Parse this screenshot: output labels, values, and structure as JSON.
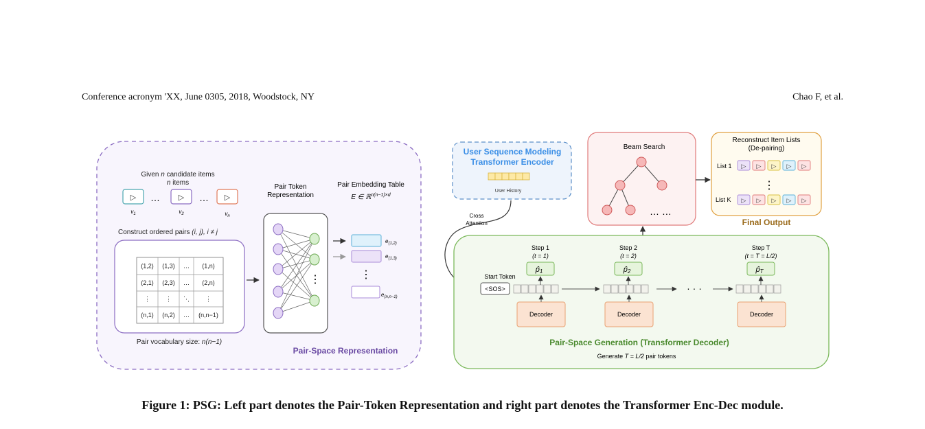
{
  "header": {
    "left": "Conference acronym 'XX, June 0305, 2018, Woodstock, NY",
    "right": "Chao F, et al."
  },
  "caption": "Figure 1: PSG: Left part denotes the Pair-Token Representation and right part denotes the Transformer Enc-Dec module.",
  "left_panel": {
    "title": "Pair-Space Representation",
    "candidates_line1_pre": "Given ",
    "candidates_line1_n": "n",
    "candidates_line1_post": " candidate items",
    "candidates_line2_n": "n",
    "candidates_line2_post": " items",
    "items": [
      "v1",
      "v2",
      "vn"
    ],
    "item_labels": [
      {
        "base": "v",
        "sub": "1"
      },
      {
        "base": "v",
        "sub": "2"
      },
      {
        "base": "v",
        "sub": "n"
      }
    ],
    "ellipsis": "…",
    "pairs_label_pre": "Construct ordered pairs ",
    "pairs_label_math": "(i, j), i ≠ j",
    "pair_matrix": [
      [
        "(1,2)",
        "(1,3)",
        "…",
        "(1,n)"
      ],
      [
        "(2,1)",
        "(2,3)",
        "…",
        "(2,n)"
      ],
      [
        "⋮",
        "⋮",
        "⋱",
        "⋮"
      ],
      [
        "(n,1)",
        "(n,2)",
        "…",
        "(n,n−1)"
      ]
    ],
    "vocab_label_pre": "Pair vocabulary size: ",
    "vocab_label_math": "n(n−1)",
    "pair_token_title_1": "Pair Token",
    "pair_token_title_2": "Representation",
    "embedding_title": "Pair Embedding Table",
    "embedding_formula_base": "E ∈ ℝ",
    "embedding_formula_sup": "n(n−1)×d",
    "embeddings": [
      {
        "base": "e",
        "sub": "(1,2)"
      },
      {
        "base": "e",
        "sub": "(1,3)"
      },
      {
        "base": "e",
        "sub": "(n,n−1)"
      }
    ],
    "vdots": "⋮"
  },
  "encoder": {
    "title_1": "User Sequence Modeling",
    "title_2": "Transformer Encoder",
    "history_label": "User History",
    "cross_attention_1": "Cross",
    "cross_attention_2": "Attention"
  },
  "beam_search": {
    "title": "Beam Search",
    "ellipsis": "… …"
  },
  "output": {
    "title_1": "Reconstruct Item Lists",
    "title_2": "(De-pairing)",
    "list_first": "List 1",
    "list_last": "List K",
    "vdots": "⋮",
    "final_label": "Final Output",
    "cell_glyph": "▷"
  },
  "decoder_panel": {
    "title": "Pair-Space Generation (Transformer Decoder)",
    "subtitle_pre": "Generate ",
    "subtitle_math": "T = L/2",
    "subtitle_post": " pair tokens",
    "start_token_label": "Start Token",
    "sos": "<SOS>",
    "decoder_label": "Decoder",
    "ellipsis": "· · ·",
    "steps": [
      {
        "label": "Step 1",
        "t": "(t = 1)",
        "p_base": "p̂",
        "p_sub": "1"
      },
      {
        "label": "Step 2",
        "t": "(t = 2)",
        "p_base": "p̂",
        "p_sub": "2"
      },
      {
        "label": "Step T",
        "t": "(t = T = L/2)",
        "p_base": "p̂",
        "p_sub": "T"
      }
    ]
  },
  "colors": {
    "purple": "#8b6cc2",
    "purple_text": "#6a4aa3",
    "blue_title": "#3a8ee6",
    "green": "#7ab85a",
    "green_text": "#4a8a2e",
    "red_border": "#e07a7a",
    "node_fill": "#f6b8b8",
    "orange_border": "#e0a040",
    "orange_text": "#b07820",
    "decoder_fill": "#fbe3d2",
    "decoder_border": "#e8a070"
  }
}
